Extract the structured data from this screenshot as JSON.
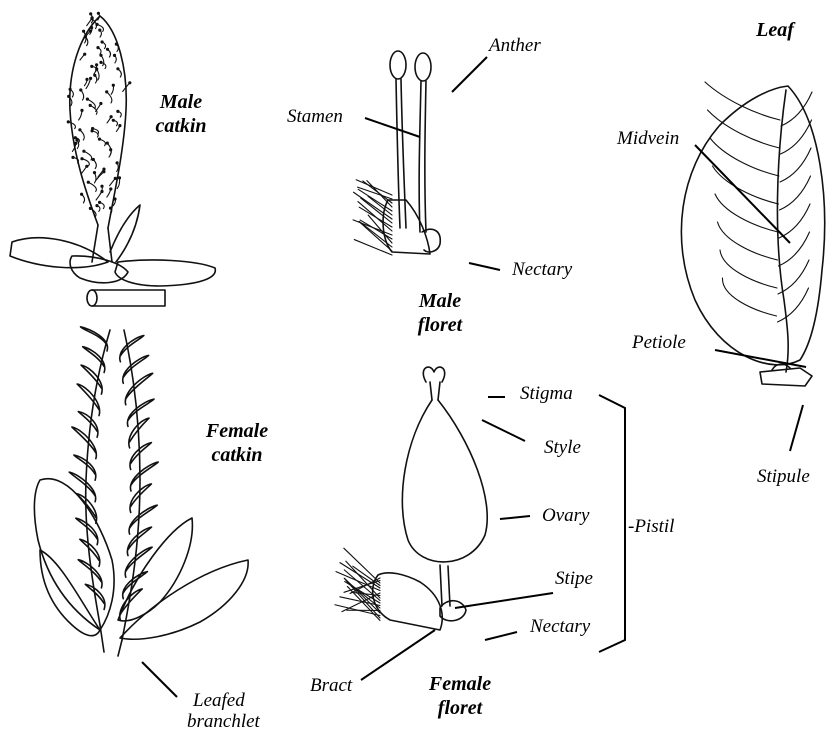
{
  "titles": {
    "male_catkin": [
      "Male",
      "catkin"
    ],
    "male_floret": [
      "Male",
      "floret"
    ],
    "female_catkin": [
      "Female",
      "catkin"
    ],
    "female_floret": [
      "Female",
      "floret"
    ],
    "leaf": "Leaf"
  },
  "labels": {
    "anther": "Anther",
    "stamen": "Stamen",
    "nectary_male": "Nectary",
    "midvein": "Midvein",
    "petiole": "Petiole",
    "stipule": "Stipule",
    "stigma": "Stigma",
    "style": "Style",
    "ovary": "Ovary",
    "pistil": "-Pistil",
    "stipe": "Stipe",
    "nectary_female": "Nectary",
    "bract": "Bract",
    "leafed_branchlet": [
      "Leafed",
      "branchlet"
    ]
  }
}
